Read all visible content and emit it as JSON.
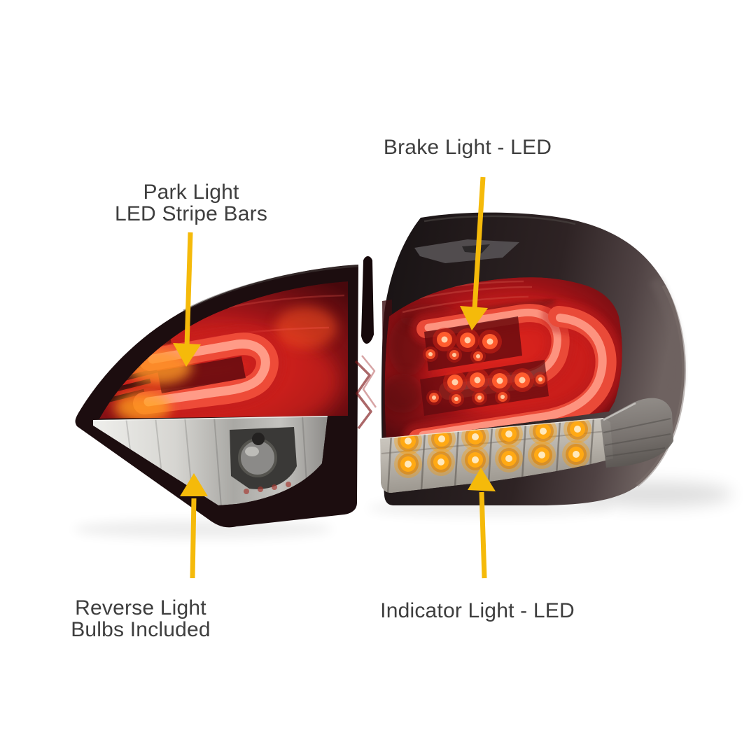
{
  "labels": {
    "park": {
      "line1": "Park Light",
      "line2": "LED Stripe Bars"
    },
    "brake": {
      "text": "Brake Light - LED"
    },
    "reverse": {
      "line1": "Reverse Light",
      "line2": "Bulbs Included"
    },
    "indicator": {
      "text": "Indicator Light - LED"
    }
  },
  "colors": {
    "background": "#FFFFFF",
    "label_text": "#3E3E3E",
    "arrow": "#F5BA0A",
    "tail_light_red": "#C0181D",
    "led_stripe_bar": "#EE4B38",
    "amber_led": "#FFA914",
    "red_led": "#FF5C2E",
    "housing_smoke": "#241D1C",
    "reverse_lens_silver": "#C9C8C5"
  }
}
